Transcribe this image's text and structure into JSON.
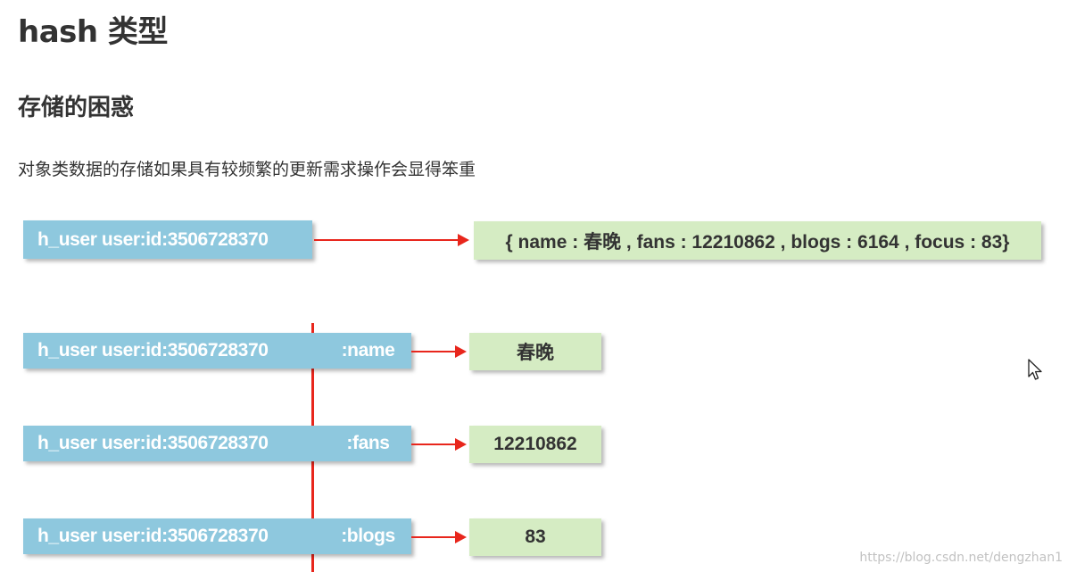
{
  "title": "hash 类型",
  "subtitle": "存储的困惑",
  "paragraph": "对象类数据的存储如果具有较频繁的更新需求操作会显得笨重",
  "top_row": {
    "key": "h_user user:id:3506728370",
    "value": "{ name : 春晚 , fans : 12210862 , blogs : 6164 , focus : 83}"
  },
  "rows": [
    {
      "key": "h_user user:id:3506728370",
      "field": ":name",
      "value": "春晚"
    },
    {
      "key": "h_user user:id:3506728370",
      "field": ":fans",
      "value": "12210862"
    },
    {
      "key": "h_user user:id:3506728370",
      "field": ":blogs",
      "value": "83"
    }
  ],
  "colors": {
    "key_box": "#8ec8de",
    "value_box": "#d5ecc3",
    "arrow": "#e8261c"
  },
  "icons": [
    "cursor-arrow-icon"
  ],
  "watermark": "https://blog.csdn.net/dengzhan1"
}
